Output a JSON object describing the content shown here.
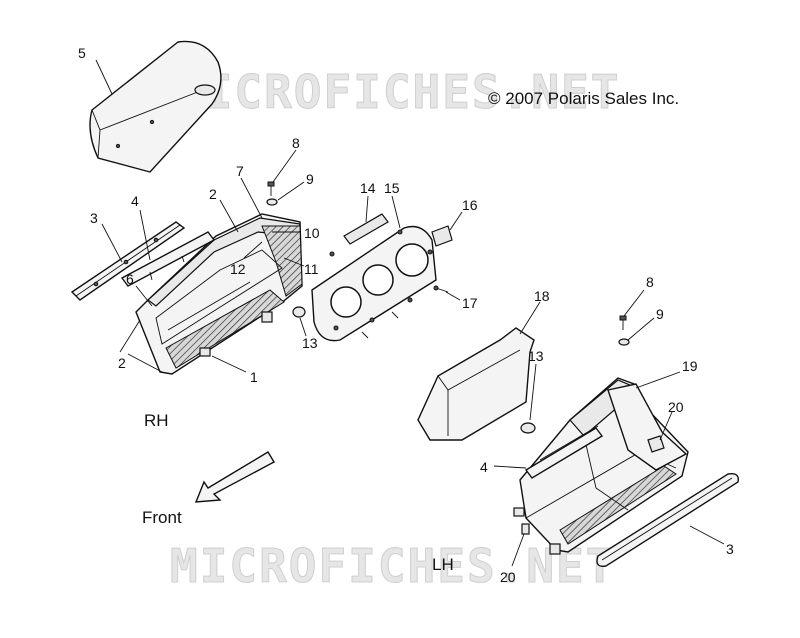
{
  "watermark": "MICROFICHES.NET",
  "copyright": "© 2007 Polaris Sales Inc.",
  "side_labels": {
    "rh": "RH",
    "lh": "LH",
    "front": "Front"
  },
  "callouts": {
    "c1": "1",
    "c2a": "2",
    "c2b": "2",
    "c3a": "3",
    "c3b": "3",
    "c4a": "4",
    "c4b": "4",
    "c5": "5",
    "c6": "6",
    "c7": "7",
    "c8a": "8",
    "c8b": "8",
    "c9a": "9",
    "c9b": "9",
    "c10": "10",
    "c11": "11",
    "c12": "12",
    "c13a": "13",
    "c13b": "13",
    "c14": "14",
    "c15": "15",
    "c16": "16",
    "c17": "17",
    "c18": "18",
    "c19": "19",
    "c20a": "20",
    "c20b": "20"
  }
}
